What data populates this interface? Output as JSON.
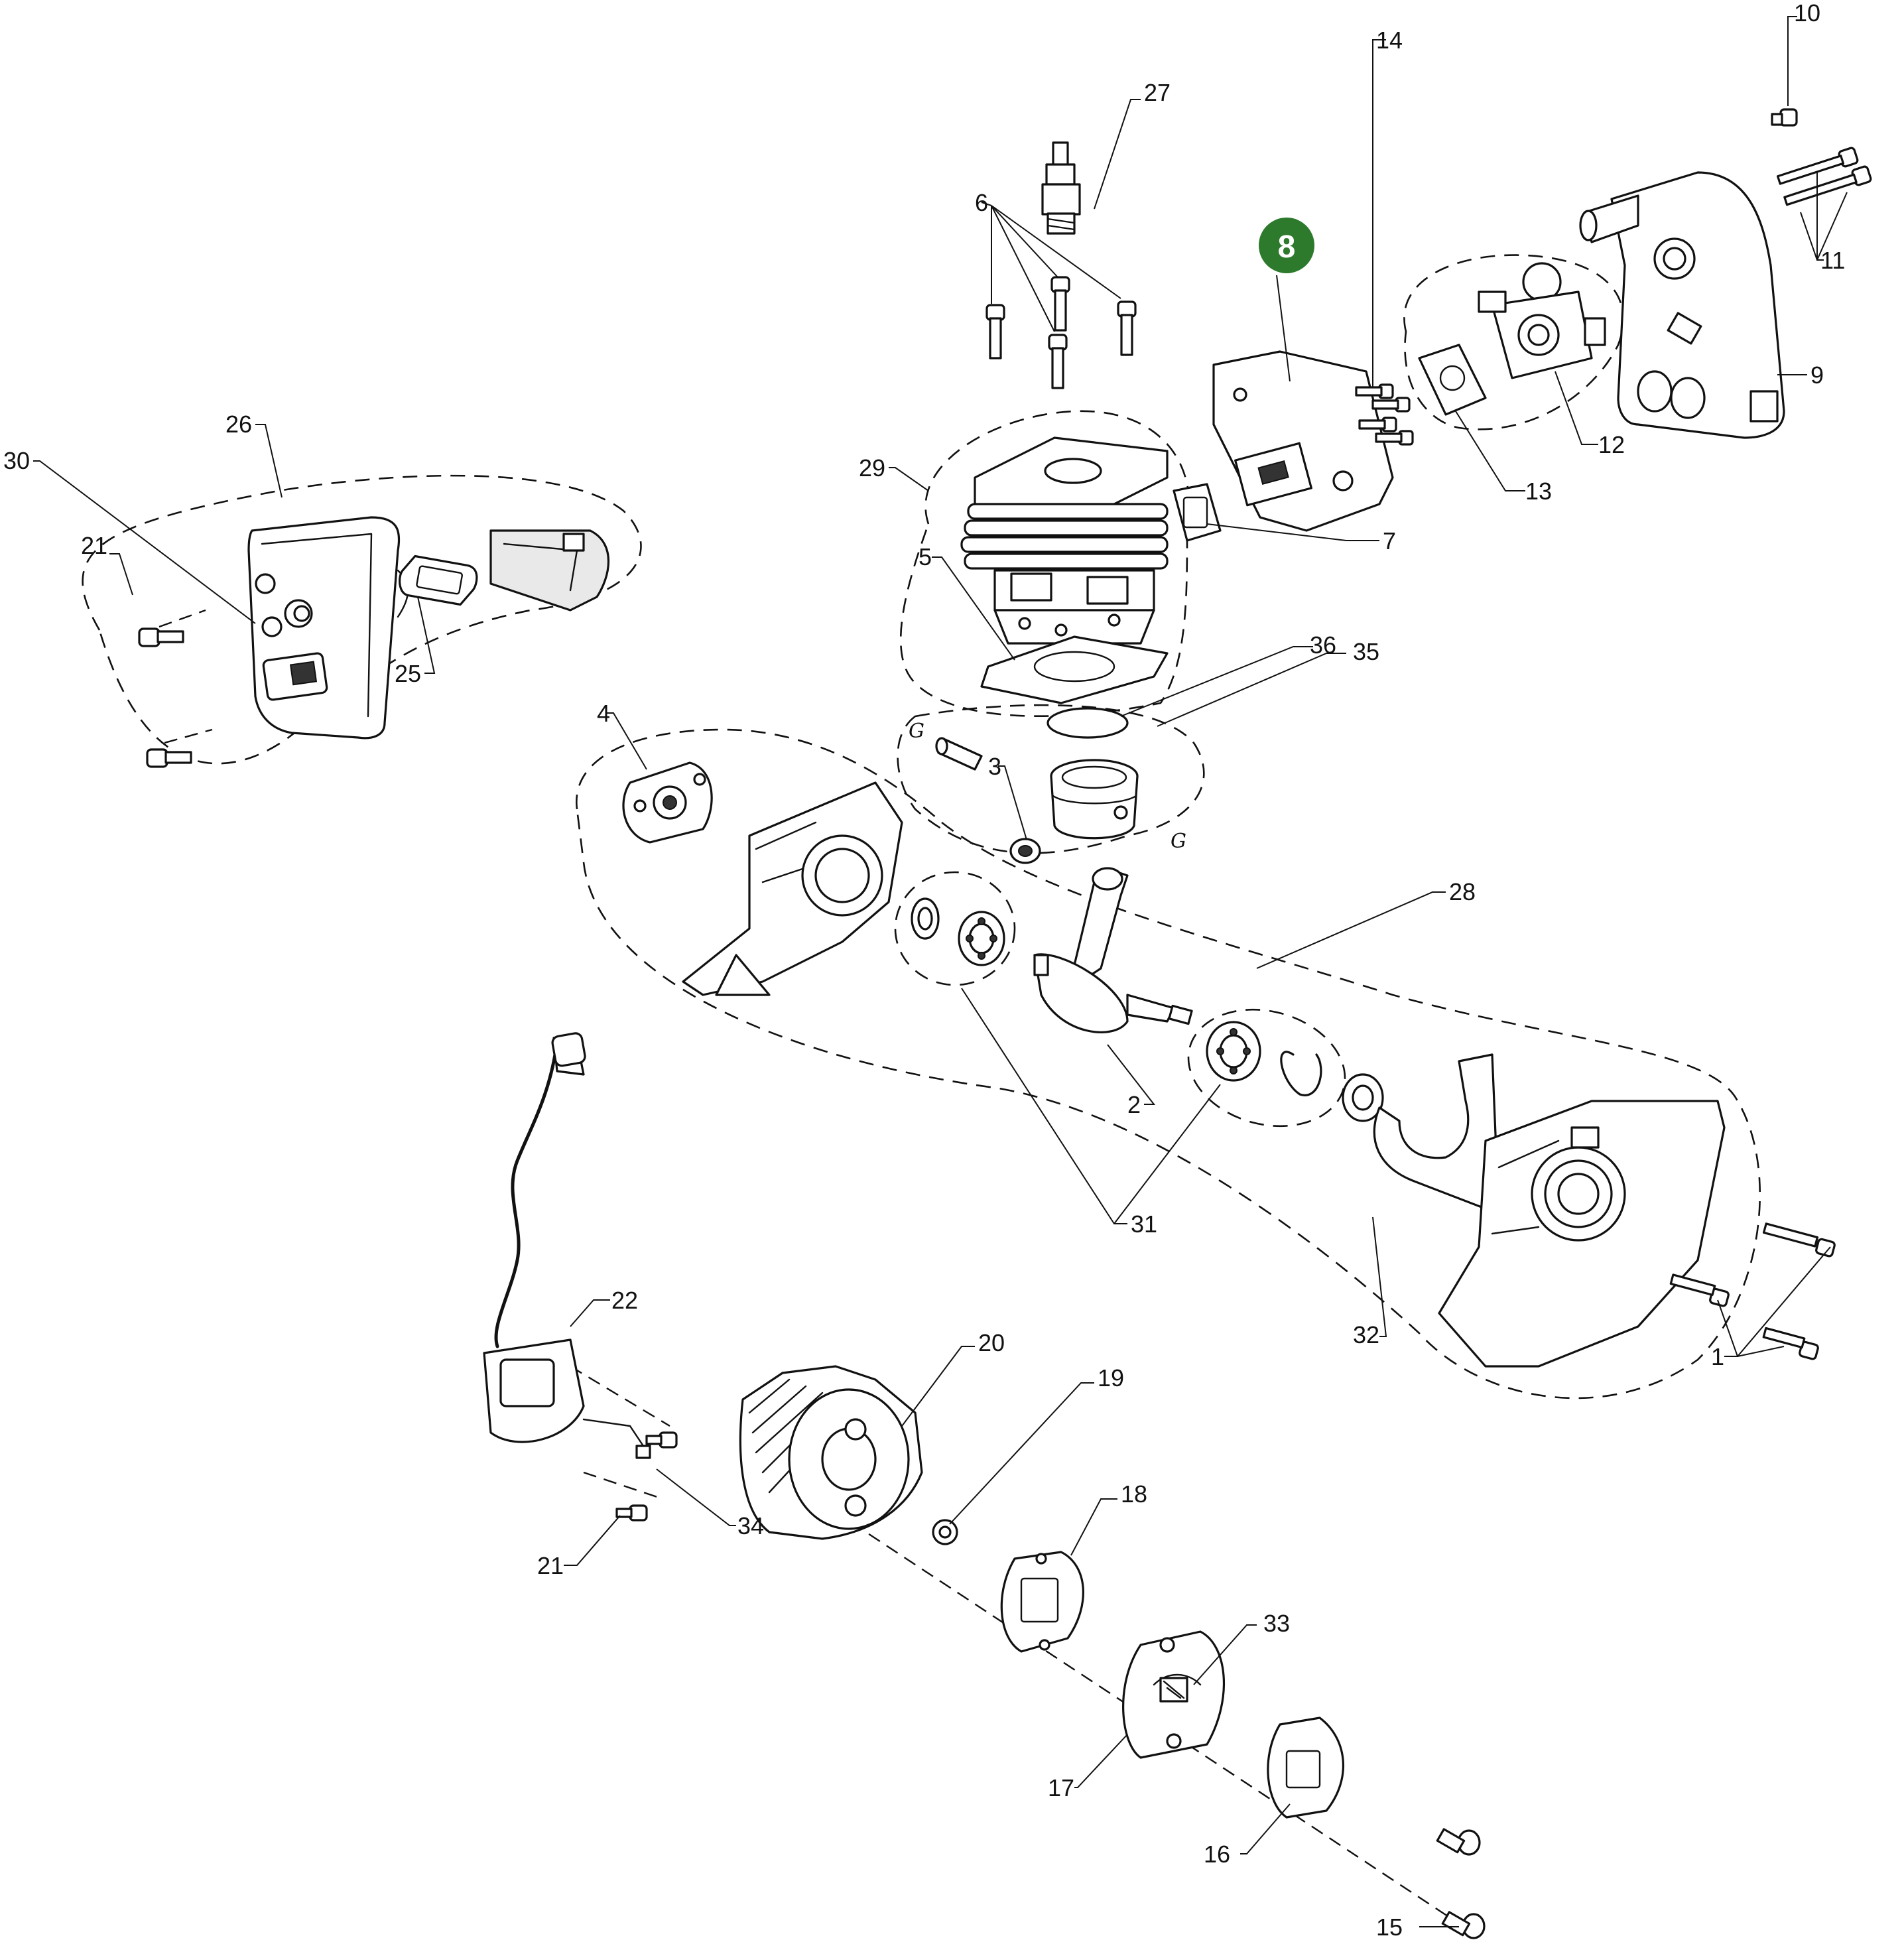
{
  "highlight": {
    "label": "8",
    "color": "#2d7a2d"
  },
  "callouts": {
    "c1": "1",
    "c2": "2",
    "c3": "3",
    "c4": "4",
    "c5": "5",
    "c6": "6",
    "c7": "7",
    "c9": "9",
    "c10": "10",
    "c11": "11",
    "c12": "12",
    "c13": "13",
    "c14": "14",
    "c15": "15",
    "c16": "16",
    "c17": "17",
    "c18": "18",
    "c19": "19",
    "c20": "20",
    "c21a": "21",
    "c21b": "21",
    "c22": "22",
    "c25": "25",
    "c26": "26",
    "c27": "27",
    "c28": "28",
    "c29": "29",
    "c30": "30",
    "c31": "31",
    "c32": "32",
    "c33": "33",
    "c34": "34",
    "c35": "35",
    "c36": "36"
  },
  "marks": {
    "g1": "G",
    "g2": "G"
  }
}
